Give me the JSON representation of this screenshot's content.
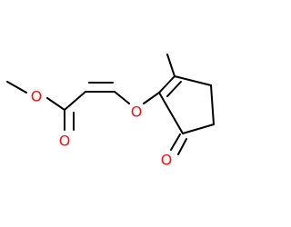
{
  "molecule": {
    "atoms": [
      {
        "id": "methyl-o",
        "label": "O",
        "color": "#ff0d0d"
      },
      {
        "id": "carbonyl-o",
        "label": "O",
        "color": "#ff0d0d"
      },
      {
        "id": "ether-o",
        "label": "O",
        "color": "#ff0d0d"
      },
      {
        "id": "ketone-o",
        "label": "O",
        "color": "#ff0d0d"
      }
    ],
    "bond_color": "#000000"
  }
}
